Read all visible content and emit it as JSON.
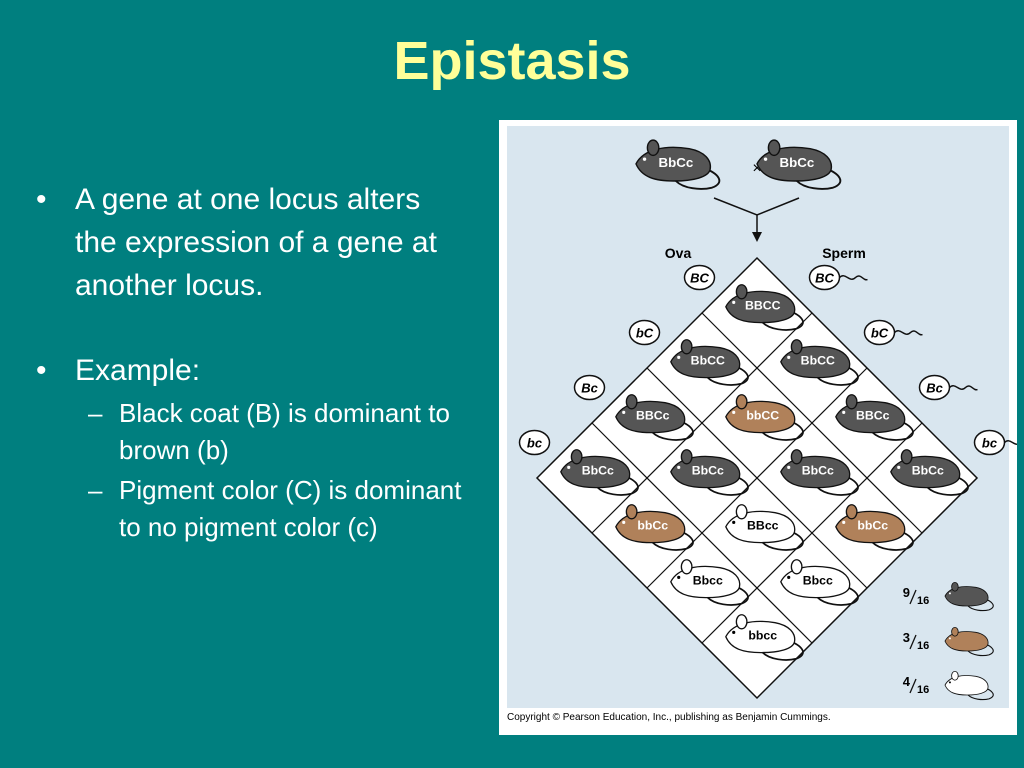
{
  "title": "Epistasis",
  "bullets": [
    {
      "text": "A gene at one locus alters the expression of a gene at another locus."
    },
    {
      "text": "Example:"
    }
  ],
  "sub_bullets": [
    {
      "text": "Black coat (B) is dominant to brown (b)"
    },
    {
      "text": "Pigment color (C) is dominant to no pigment color (c)"
    }
  ],
  "bullet_marks": {
    "main": "•",
    "sub": "–"
  },
  "figure": {
    "parents": {
      "left": "BbCc",
      "cross": "×",
      "right": "BbCc"
    },
    "ova_label": "Ova",
    "sperm_label": "Sperm",
    "ova_gametes": [
      "BC",
      "bC",
      "Bc",
      "bc"
    ],
    "sperm_gametes": [
      "BC",
      "bC",
      "Bc",
      "bc"
    ],
    "grid": [
      [
        "BBCC",
        "BbCC",
        "BBCc",
        "BbCc"
      ],
      [
        "BbCC",
        "bbCC",
        "BbCc",
        "bbCc"
      ],
      [
        "BBCc",
        "BbCc",
        "BBcc",
        "Bbcc"
      ],
      [
        "BbCc",
        "bbCc",
        "Bbcc",
        "bbcc"
      ]
    ],
    "phenotypes": [
      [
        "black",
        "black",
        "black",
        "black"
      ],
      [
        "black",
        "brown",
        "black",
        "brown"
      ],
      [
        "black",
        "black",
        "white",
        "white"
      ],
      [
        "black",
        "brown",
        "white",
        "white"
      ]
    ],
    "legend": [
      {
        "num": "9",
        "den": "16",
        "phenotype": "black"
      },
      {
        "num": "3",
        "den": "16",
        "phenotype": "brown"
      },
      {
        "num": "4",
        "den": "16",
        "phenotype": "white"
      }
    ],
    "copyright": "Copyright © Pearson Education, Inc., publishing as Benjamin Cummings."
  },
  "colors": {
    "background": "#007f7f",
    "title": "#ffff99",
    "text": "#ffffff",
    "figure_panel": "#d9e6ef",
    "black_mouse": "#555555",
    "brown_mouse": "#b0815a",
    "white_mouse": "#ffffff"
  },
  "icons": {
    "mouse": "mouse-icon",
    "arrow": "down-arrow-icon"
  }
}
